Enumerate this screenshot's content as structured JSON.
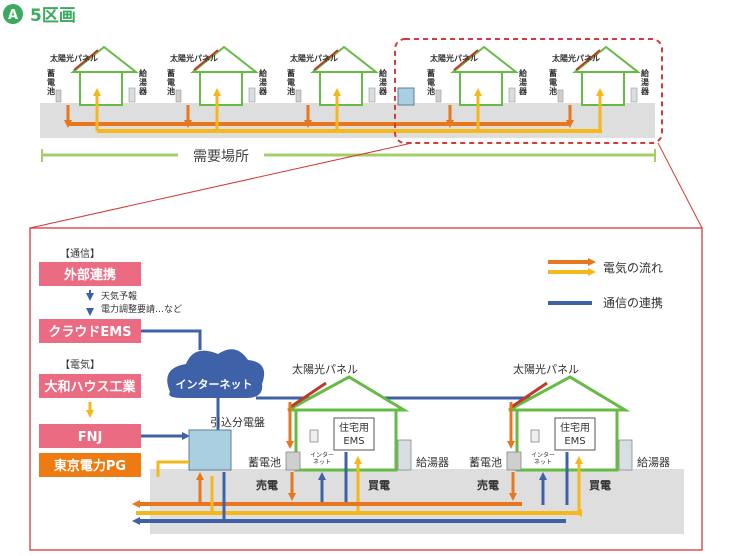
{
  "title": {
    "badge": "A",
    "text": "5区画"
  },
  "overview": {
    "panel_label": "太陽光パネル",
    "battery_label": "蓄電池",
    "water_heater_label": "給湯器",
    "demand_area_label": "需要場所"
  },
  "detail": {
    "tsushin_tag": "【通信】",
    "denki_tag": "【電気】",
    "external_label": "外部連携",
    "cloud_ems_label": "クラウドEMS",
    "forecast_lines": [
      "天気予報",
      "電力調整要請…など"
    ],
    "daiwa_label": "大和ハウス工業",
    "fnj_label": "FNJ",
    "tepco_label": "東京電力PG",
    "internet_label": "インターネット",
    "distribution_board_label": "引込分電盤",
    "house_panel_label": "太陽光パネル",
    "home_ems_lines": [
      "住宅用",
      "EMS"
    ],
    "router_lines": [
      "インター",
      "ネット"
    ],
    "battery_label": "蓄電池",
    "water_heater_label": "給湯器",
    "sell_label": "売電",
    "buy_label": "買電"
  },
  "legend": {
    "power_flow": "電気の流れ",
    "comm_link": "通信の連携"
  },
  "colors": {
    "accent_green": "#3aaa5e",
    "house_green": "#66bb44",
    "pink": "#ea6b82",
    "orange_box": "#ee7a12",
    "orange": "#e8771c",
    "yellow": "#f5b81c",
    "blue": "#3e61a8",
    "red_dash": "#d43a3a",
    "ground": "#dedede",
    "board": "#a9cfe0"
  }
}
